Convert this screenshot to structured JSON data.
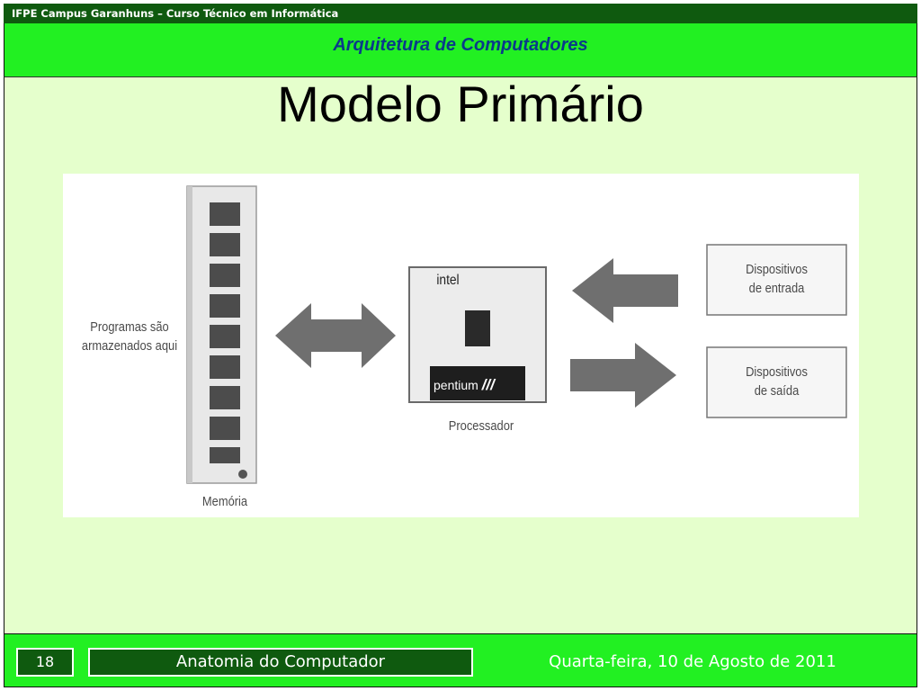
{
  "header": {
    "institution": "IFPE Campus Garanhuns – Curso Técnico em Informática",
    "course": "Arquitetura de Computadores"
  },
  "slide": {
    "title": "Modelo Primário"
  },
  "diagram": {
    "memory_note": [
      "Programas são",
      "armazenados aqui"
    ],
    "memory_label": "Memória",
    "processor_label": "Processador",
    "chip_brand": "intel",
    "chip_model": "pentium",
    "chip_suffix": "///",
    "input_devices": [
      "Dispositivos",
      "de entrada"
    ],
    "output_devices": [
      "Dispositivos",
      "de saída"
    ],
    "arrow_color": "#6f6f6f"
  },
  "footer": {
    "page_number": "18",
    "section": "Anatomia do Computador",
    "date": "Quarta-feira, 10 de Agosto de 2011"
  },
  "colors": {
    "dark_green": "#0f5a0f",
    "bright_green": "#22f022",
    "content_bg": "#e5ffcc",
    "course_title": "#0a3a8a"
  }
}
